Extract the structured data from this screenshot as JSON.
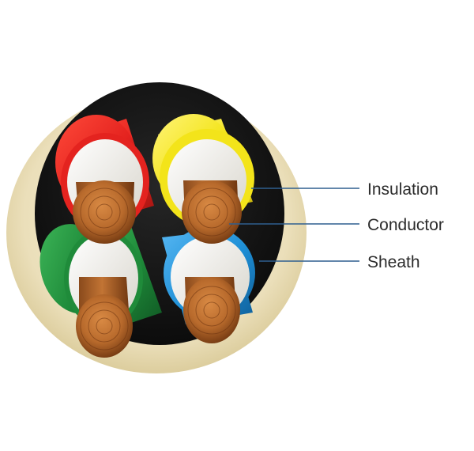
{
  "labels": {
    "insulation": "Insulation",
    "conductor": "Conductor",
    "sheath": "Sheath"
  },
  "colors": {
    "background": "#ffffff",
    "outer_jacket": "#ebdfba",
    "filler": "#141414",
    "core_red": "#e4231f",
    "core_yellow": "#f3e41a",
    "core_green": "#1f8b3a",
    "core_blue": "#1e8fd6",
    "insulation_white": "#f4f2ec",
    "copper": "#b86a2c",
    "copper_dark": "#7a3e14",
    "callout_line": "#2f5f8f",
    "label_text": "#2b2b2b"
  },
  "icons": [
    "cable-cross-section-illustration"
  ]
}
